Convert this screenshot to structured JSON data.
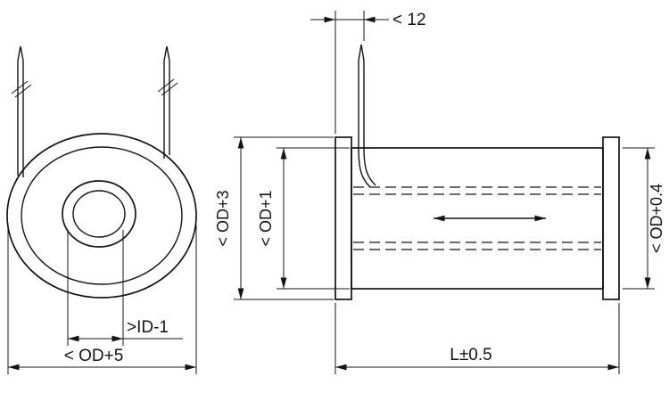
{
  "drawing": {
    "colors": {
      "line": "#141414",
      "background": "#ffffff"
    },
    "dimensions": {
      "lead_offset": "< 12",
      "od_plus_3": "< OD+3",
      "od_plus_1": "< OD+1",
      "od_plus_0_4": "< OD+0.4",
      "id_minus_1": ">ID-1",
      "od_plus_5": "< OD+5",
      "length": "L±0.5"
    }
  }
}
